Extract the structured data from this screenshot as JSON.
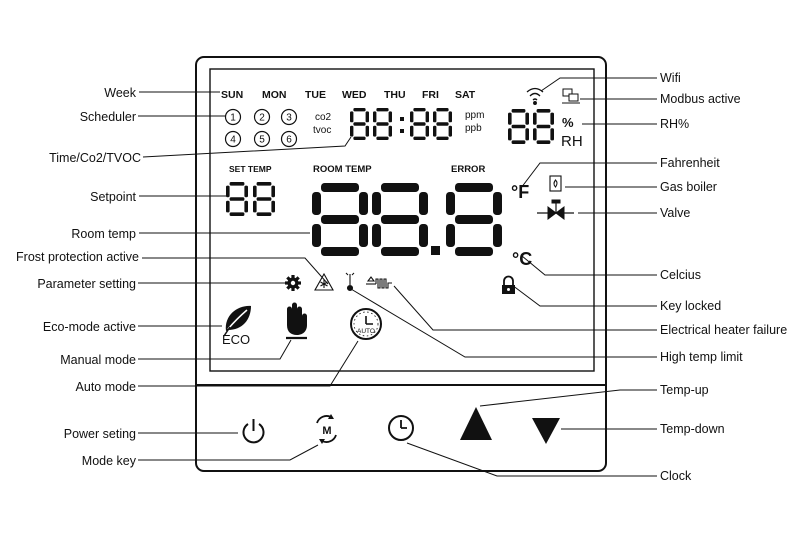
{
  "display": {
    "days": [
      "SUN",
      "MON",
      "TUE",
      "WED",
      "THU",
      "FRI",
      "SAT"
    ],
    "scheduler_numbers": [
      "1",
      "2",
      "3",
      "4",
      "5",
      "6"
    ],
    "co2_label": "co2",
    "tvoc_label": "tvoc",
    "ppm_label": "ppm",
    "ppb_label": "ppb",
    "rh_percent": "%",
    "rh_label": "RH",
    "set_temp_label": "SET TEMP",
    "room_temp_label": "ROOM TEMP",
    "error_label": "ERROR",
    "fahrenheit_symbol": "°F",
    "celsius_symbol": "°C",
    "eco_label": "ECO",
    "auto_label": "AUTO",
    "mode_key_glyph": "M",
    "segment_readouts": {
      "time": "88:88",
      "rh": "88",
      "setpoint": "88",
      "room": "88.8"
    }
  },
  "left_labels": {
    "week": "Week",
    "scheduler": "Scheduler",
    "time_co2_tvoc": "Time/Co2/TVOC",
    "setpoint": "Setpoint",
    "room_temp": "Room temp",
    "frost": "Frost protection active",
    "parameter": "Parameter setting",
    "eco": "Eco-mode active",
    "manual": "Manual mode",
    "auto": "Auto mode",
    "power": "Power seting",
    "mode_key": "Mode key"
  },
  "right_labels": {
    "wifi": "Wifi",
    "modbus": "Modbus active",
    "rh": "RH%",
    "fahrenheit": "Fahrenheit",
    "gas_boiler": "Gas boiler",
    "valve": "Valve",
    "celsius": "Celcius",
    "key_locked": "Key locked",
    "heater_failure": "Electrical heater failure",
    "high_temp": "High temp limit",
    "temp_up": "Temp-up",
    "temp_down": "Temp-down",
    "clock": "Clock"
  },
  "icons": {
    "wifi": "wifi-icon",
    "modbus": "modbus-icon",
    "gas_boiler": "gas-boiler-icon",
    "valve": "valve-icon",
    "lock": "lock-icon",
    "gear": "gear-icon",
    "frost": "frost-icon",
    "thermometer": "thermometer-icon",
    "heater": "heater-icon",
    "leaf": "leaf-icon",
    "hand": "hand-icon",
    "auto_clock": "auto-clock-icon",
    "power": "power-icon",
    "mode": "mode-icon",
    "clock": "clock-icon",
    "up": "triangle-up-icon",
    "down": "triangle-down-icon"
  },
  "colors": {
    "ink": "#111111",
    "background": "#ffffff"
  }
}
